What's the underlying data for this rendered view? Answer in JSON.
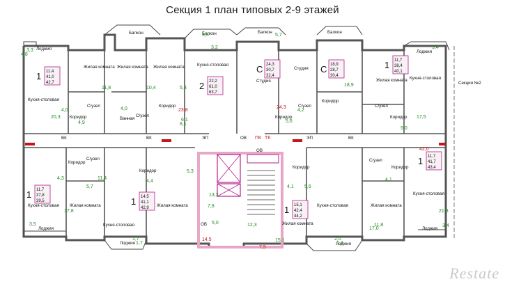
{
  "title": "Секция 1 план типовых 2-9 этажей",
  "watermark": "Restate",
  "section_label": "Секция №2",
  "labels": {
    "balcony": "Балкон",
    "loggia": "Лоджия",
    "living": "Жилая комната",
    "kitchen": "Кухня-столовая",
    "corridor": "Коридор",
    "bath": "С/узел",
    "bathroom": "Ванная",
    "studio": "Студия",
    "vk": "ВК",
    "ep": "ЭП",
    "ov": "ОВ",
    "pk": "ПК",
    "tk": "ТК"
  },
  "apartments": [
    {
      "rooms": "1",
      "areas": [
        "11,4",
        "41,0",
        "42,7"
      ]
    },
    {
      "rooms": "2",
      "areas": [
        "22,2",
        "61,0",
        "63,7"
      ]
    },
    {
      "rooms": "С",
      "areas": [
        "24,3",
        "30,7",
        "32,4"
      ]
    },
    {
      "rooms": "С",
      "areas": [
        "18,9",
        "28,7",
        "30,4"
      ]
    },
    {
      "rooms": "1",
      "areas": [
        "11,7",
        "38,4",
        "40,1"
      ]
    },
    {
      "rooms": "1",
      "areas": [
        "11,7",
        "41,7",
        "43,4"
      ]
    },
    {
      "rooms": "1",
      "areas": [
        "11,7",
        "37,8",
        "39,5"
      ]
    },
    {
      "rooms": "1",
      "areas": [
        "14,5",
        "41,1",
        "42,9"
      ]
    },
    {
      "rooms": "1",
      "areas": [
        "15,1",
        "42,4",
        "44,2"
      ]
    }
  ],
  "green_areas": [
    "3,3",
    "4,8",
    "4,0",
    "11,8",
    "10,4",
    "5,3",
    "5,5",
    "3,2",
    "5,7",
    "3,4",
    "18,9",
    "20,3",
    "4,9",
    "4,0",
    "6,1",
    "8,1",
    "5,6",
    "5,0",
    "17,5",
    "4,3",
    "17,8",
    "5,7",
    "4,1",
    "5,3",
    "4,4",
    "5,6",
    "4,1",
    "7,8",
    "17,0",
    "11,8",
    "21,8",
    "3,5",
    "1,7",
    "1,7",
    "2,0",
    "1,4",
    "15,1",
    "12,3",
    "3,4",
    "5,0",
    "11,4",
    "4,2",
    "13,2"
  ],
  "red_areas": [
    "23,8",
    "24,3",
    "42,0",
    "14,5",
    "7,5"
  ],
  "colors": {
    "wall": "#5a5a5a",
    "thin": "#333333",
    "green": "#1f8a1f",
    "red": "#c2171b",
    "pink": "#e9a6c6",
    "magenta": "#b3208a",
    "label_fill": "#f7f0f4"
  }
}
